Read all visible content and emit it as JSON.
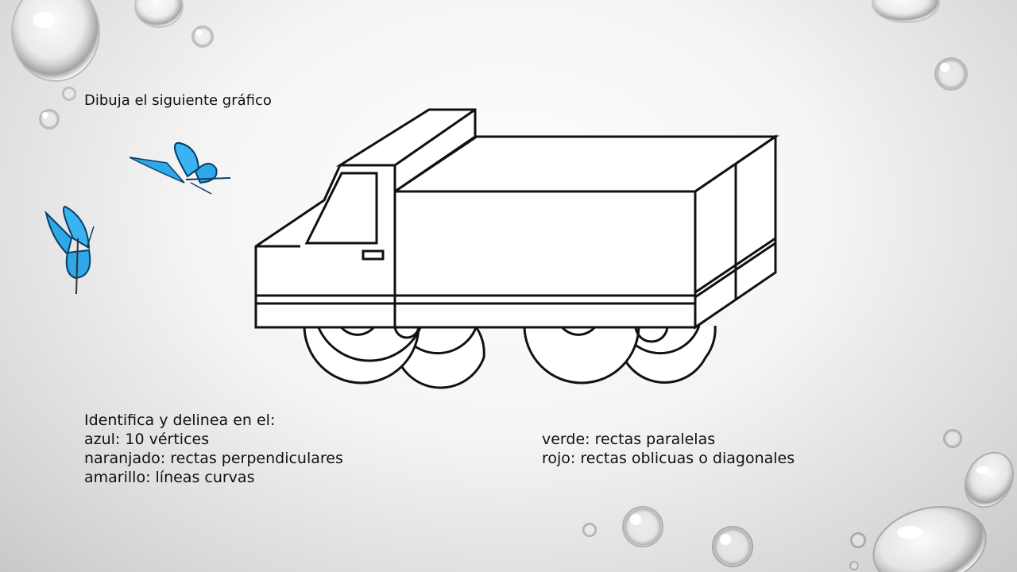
{
  "slide": {
    "title": "Dibuja  el siguiente gráfico",
    "instructions_heading": "Identifica y delinea en el:",
    "instructions_left": [
      "azul: 10 vértices",
      "naranjado: rectas perpendiculares",
      "amarillo: líneas curvas"
    ],
    "instructions_right": [
      "verde: rectas paralelas",
      "rojo: rectas oblicuas o diagonales"
    ]
  },
  "decorations": {
    "background_top": "#ffffff",
    "background_edge": "#c9c9c9",
    "butterfly_color": "#2fa8e8",
    "butterfly_dark": "#0a3d66",
    "droplet_highlight": "#ffffff",
    "droplet_shadow": "#9a9a9a",
    "icons": [
      "water-droplet-icon",
      "butterfly-icon"
    ]
  },
  "drawing": {
    "subject": "truck-drawing",
    "stroke_color": "#111111",
    "fill_color": "#ffffff"
  }
}
